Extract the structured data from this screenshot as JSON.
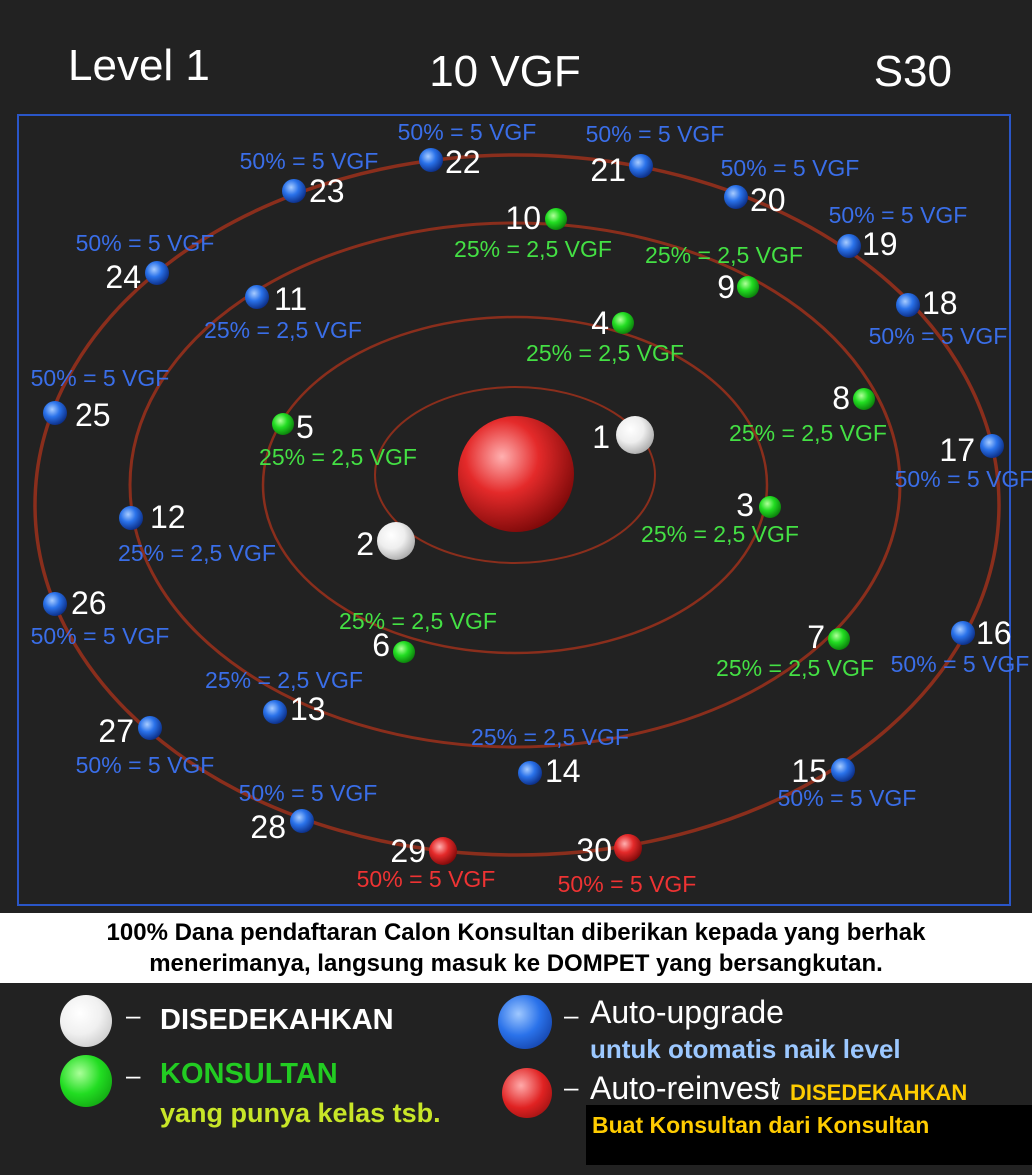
{
  "header": {
    "level": "Level 1",
    "amount": "10 VGF",
    "code": "S30"
  },
  "colors": {
    "blue_label": "#3a6ee8",
    "green_label": "#44e044",
    "red_label": "#ee3333",
    "orbit": "#8a2e1c",
    "frame": "#2a56c8"
  },
  "nodes": [
    {
      "n": "1",
      "color": "white"
    },
    {
      "n": "2",
      "color": "white"
    },
    {
      "n": "3",
      "color": "green",
      "label": "25% = 2,5 VGF"
    },
    {
      "n": "4",
      "color": "green",
      "label": "25% = 2,5 VGF"
    },
    {
      "n": "5",
      "color": "green",
      "label": "25% = 2,5 VGF"
    },
    {
      "n": "6",
      "color": "green",
      "label": "25% = 2,5 VGF"
    },
    {
      "n": "7",
      "color": "green",
      "label": "25% = 2,5 VGF"
    },
    {
      "n": "8",
      "color": "green",
      "label": "25% = 2,5 VGF"
    },
    {
      "n": "9",
      "color": "green",
      "label": "25% = 2,5 VGF"
    },
    {
      "n": "10",
      "color": "green",
      "label": "25% = 2,5 VGF"
    },
    {
      "n": "11",
      "color": "blue",
      "label": "25% = 2,5 VGF"
    },
    {
      "n": "12",
      "color": "blue",
      "label": "25% = 2,5 VGF"
    },
    {
      "n": "13",
      "color": "blue",
      "label": "25% = 2,5 VGF"
    },
    {
      "n": "14",
      "color": "blue",
      "label": "25% = 2,5 VGF"
    },
    {
      "n": "15",
      "color": "blue",
      "label": "50% = 5 VGF"
    },
    {
      "n": "16",
      "color": "blue",
      "label": "50% = 5 VGF"
    },
    {
      "n": "17",
      "color": "blue",
      "label": "50% = 5 VGF"
    },
    {
      "n": "18",
      "color": "blue",
      "label": "50% = 5 VGF"
    },
    {
      "n": "19",
      "color": "blue",
      "label": "50% = 5 VGF"
    },
    {
      "n": "20",
      "color": "blue",
      "label": "50% = 5 VGF"
    },
    {
      "n": "21",
      "color": "blue",
      "label": "50% = 5 VGF"
    },
    {
      "n": "22",
      "color": "blue",
      "label": "50% = 5 VGF"
    },
    {
      "n": "23",
      "color": "blue",
      "label": "50% = 5 VGF"
    },
    {
      "n": "24",
      "color": "blue",
      "label": "50% = 5 VGF"
    },
    {
      "n": "25",
      "color": "blue",
      "label": "50% = 5 VGF"
    },
    {
      "n": "26",
      "color": "blue",
      "label": "50% = 5 VGF"
    },
    {
      "n": "27",
      "color": "blue",
      "label": "50% = 5 VGF"
    },
    {
      "n": "28",
      "color": "blue",
      "label": "50% = 5 VGF"
    },
    {
      "n": "29",
      "color": "red",
      "label": "50% = 5 VGF"
    },
    {
      "n": "30",
      "color": "red",
      "label": "50% = 5 VGF"
    }
  ],
  "info": {
    "line1": "100% Dana pendaftaran Calon Konsultan diberikan kepada yang berhak",
    "line2": "menerimanya, langsung masuk ke DOMPET yang bersangkutan."
  },
  "legend": {
    "dash": "–",
    "white_label": "DISEDEKAHKAN",
    "green_label": "KONSULTAN",
    "green_sub": "yang punya kelas tsb.",
    "blue_label": "Auto-upgrade",
    "blue_sub": "untuk otomatis naik level",
    "red_label": "Auto-reinvest",
    "red_slash": "/",
    "red_label2": "DISEDEKAHKAN",
    "red_sub": "Buat Konsultan dari Konsultan"
  }
}
